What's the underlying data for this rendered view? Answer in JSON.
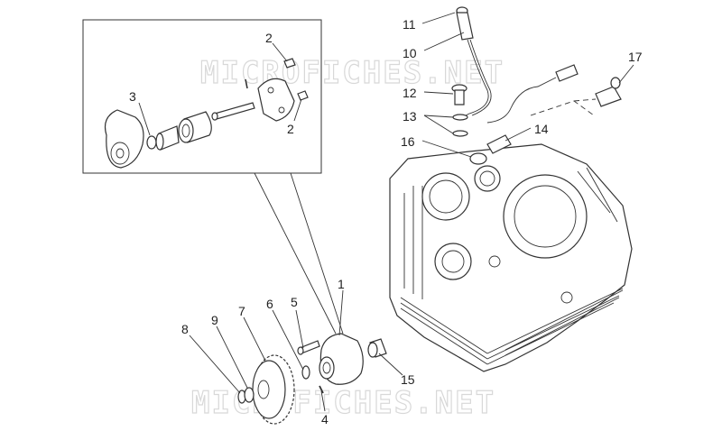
{
  "watermark": {
    "top": "MICROFICHES.NET",
    "bottom": "MICROFICHES.NET"
  },
  "callouts": [
    {
      "id": "1",
      "text": "1"
    },
    {
      "id": "2a",
      "text": "2"
    },
    {
      "id": "2b",
      "text": "2"
    },
    {
      "id": "3",
      "text": "3"
    },
    {
      "id": "4",
      "text": "4"
    },
    {
      "id": "5",
      "text": "5"
    },
    {
      "id": "6",
      "text": "6"
    },
    {
      "id": "7",
      "text": "7"
    },
    {
      "id": "8",
      "text": "8"
    },
    {
      "id": "9",
      "text": "9"
    },
    {
      "id": "10",
      "text": "10"
    },
    {
      "id": "11",
      "text": "11"
    },
    {
      "id": "12",
      "text": "12"
    },
    {
      "id": "13",
      "text": "13"
    },
    {
      "id": "14",
      "text": "14"
    },
    {
      "id": "15",
      "text": "15"
    },
    {
      "id": "16",
      "text": "16"
    },
    {
      "id": "17",
      "text": "17"
    }
  ]
}
